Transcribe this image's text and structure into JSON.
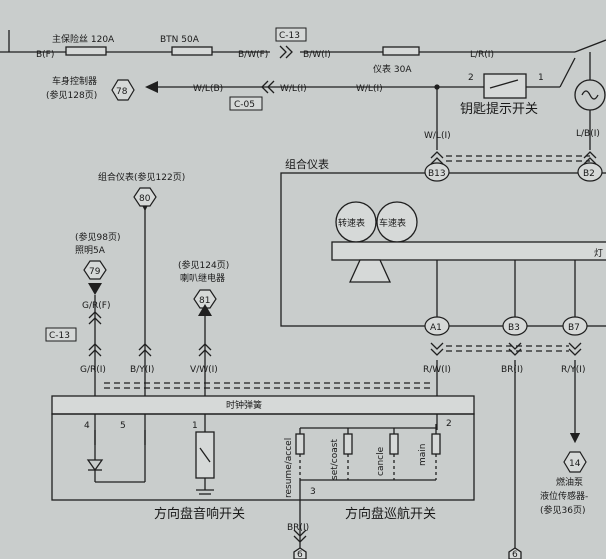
{
  "colors": {
    "background": "#c9cdcc",
    "line": "#1f1f1f",
    "panel": "#c2c6c5"
  },
  "top_bus": {
    "fuse_main": "主保险丝 120A",
    "fuse_btn": "BTN 50A",
    "wire_bf": "B(F)",
    "wire_bwf": "B/W(F)",
    "conn_c13": "C-13",
    "wire_bwi": "B/W(I)",
    "fuse_meter": "仪表 30A",
    "wire_lri": "L/R(I)"
  },
  "body_ctrl": {
    "title": "车身控制器",
    "ref": "(参见128页)",
    "num": "78",
    "wire_wlb": "W/L(B)",
    "wire_wli": "W/L(I)",
    "conn_c05": "C-05",
    "wire_wli2": "W/L(I)"
  },
  "key_switch": {
    "label": "钥匙提示开关",
    "pin1": "1",
    "pin2": "2"
  },
  "cluster": {
    "title": "组合仪表",
    "b13": "B13",
    "b2": "B2",
    "wire_wli": "W/L(I)",
    "wire_lbi": "L/B(I)",
    "tach": "转速表",
    "speedo": "车速表",
    "lamp": "灯",
    "a1": "A1",
    "b3": "B3",
    "b7": "B7",
    "wire_rwi": "R/W(I)",
    "wire_bri": "BR(I)",
    "wire_ryi": "R/Y(I)"
  },
  "left_refs": {
    "cluster_ref_title": "组合仪表(参见122页)",
    "cluster_ref_num": "80",
    "light_ref1": "(参见98页)",
    "light_ref2": "照明5A",
    "light_num": "79",
    "wire_grf": "G/R(F)",
    "conn_c13": "C-13",
    "wire_gri": "G/R(I)",
    "wire_byi": "B/Y(I)",
    "horn_ref1": "(参见124页)",
    "horn_ref2": "喇叭继电器",
    "horn_num": "81",
    "wire_vwi": "V/W(I)"
  },
  "clock_spring": {
    "label": "时钟弹簧"
  },
  "steering": {
    "pin4": "4",
    "pin5": "5",
    "pin1": "1",
    "pin2": "2",
    "pin3": "3",
    "resume": "resume/accel",
    "set": "set/coast",
    "cancel": "cancle",
    "main": "main",
    "horn_switch": "方向盘音响开关",
    "cruise_switch": "方向盘巡航开关",
    "wire_bri": "BR(I)",
    "ground_num": "6"
  },
  "fuel": {
    "title": "燃油泵",
    "sub": "液位传感器-",
    "ref": "(参见36页)",
    "num": "14",
    "ground_num": "6"
  }
}
